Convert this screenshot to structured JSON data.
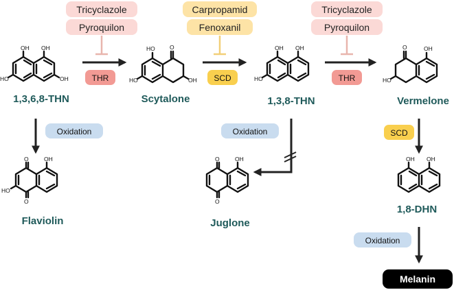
{
  "inhibitors": {
    "tricyclazole_1": "Tricyclazole",
    "pyroquilon_1": "Pyroquilon",
    "carpropamid": "Carpropamid",
    "fenoxanil": "Fenoxanil",
    "tricyclazole_2": "Tricyclazole",
    "pyroquilon_2": "Pyroquilon"
  },
  "enzymes": {
    "thr_1": "THR",
    "scd_1": "SCD",
    "thr_2": "THR",
    "scd_2": "SCD"
  },
  "steps": {
    "oxidation_1": "Oxidation",
    "oxidation_2": "Oxidation",
    "oxidation_3": "Oxidation"
  },
  "compounds": {
    "thn4": "1,3,6,8-THN",
    "scytalone": "Scytalone",
    "thn3": "1,3,8-THN",
    "vermelone": "Vermelone",
    "flaviolin": "Flaviolin",
    "juglone": "Juglone",
    "dhn": "1,8-DHN",
    "melanin": "Melanin"
  },
  "atoms": {
    "oh": "OH",
    "ho": "HO",
    "o": "O"
  },
  "colors": {
    "inhibitor_red_fill": "#fbd9d6",
    "inhibitor_yellow_fill": "#fde3a6",
    "enzyme_red_fill": "#f29a94",
    "enzyme_yellow_fill": "#f9cf4e",
    "oxidation_fill": "#c9dcef",
    "compound_text": "#1f5a5a",
    "melanin_fill": "#000000"
  }
}
